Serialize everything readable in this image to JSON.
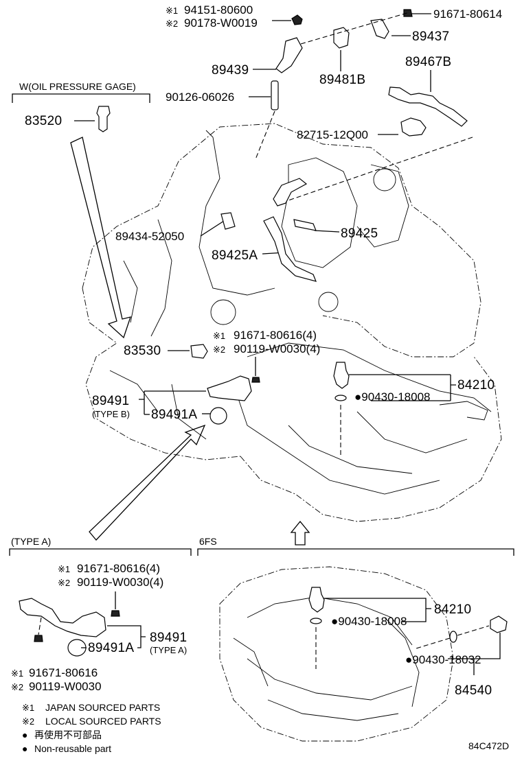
{
  "labels": {
    "p1_note": "※1",
    "p1": "94151-80600",
    "p2_note": "※2",
    "p2": "90178-W0019",
    "p3": "91671-80614",
    "p4": "89437",
    "p5": "89439",
    "p6": "89481B",
    "p7": "89467B",
    "p8": "90126-06026",
    "w_section": "W(OIL PRESSURE GAGE)",
    "p9": "83520",
    "p10": "82715-12Q00",
    "p11": "89434-52050",
    "p12": "89425",
    "p13": "89425A",
    "p14_note": "※1",
    "p14": "91671-80616(4)",
    "p15_note": "※2",
    "p15": "90119-W0030(4)",
    "p16": "83530",
    "p17": "84210",
    "p18": "89491",
    "p18_sub": "(TYPE B)",
    "p19": "89491A",
    "p20": "●90430-18008",
    "type_a_section": "(TYPE A)",
    "fs_section": "6FS",
    "a1_note": "※1",
    "a1": "91671-80616(4)",
    "a2_note": "※2",
    "a2": "90119-W0030(4)",
    "a3": "89491",
    "a3_sub": "(TYPE A)",
    "a4": "89491A",
    "a5_note": "※1",
    "a5": "91671-80616",
    "a6_note": "※2",
    "a6": "90119-W0030",
    "f1": "84210",
    "f2": "●90430-18008",
    "f3": "●90430-18032",
    "f4": "84540",
    "legend1_mark": "※1",
    "legend1": "JAPAN SOURCED PARTS",
    "legend2_mark": "※2",
    "legend2": "LOCAL SOURCED PARTS",
    "legend3_mark": "●",
    "legend3": "再使用不可部品",
    "legend4_mark": "●",
    "legend4": "Non-reusable part",
    "diagram_code": "84C472D"
  }
}
